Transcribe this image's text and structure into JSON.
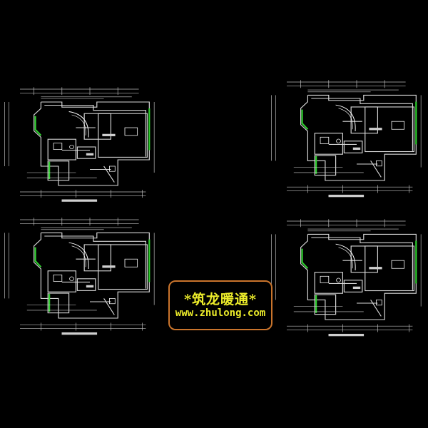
{
  "drawing": {
    "background": "#000000",
    "colors": {
      "wall": "#cfcfcf",
      "window": "#2fd12f",
      "outline": "#ffffff",
      "dimension": "#bdbdbd",
      "watermark_border": "#c9742c",
      "watermark_text": "#ecec2a"
    },
    "panels": [
      "floor-plan-top-left",
      "floor-plan-top-right",
      "floor-plan-bottom-left",
      "floor-plan-bottom-right"
    ]
  },
  "watermark": {
    "title": "*筑龙暖通*",
    "url": "www.zhulong.com"
  }
}
